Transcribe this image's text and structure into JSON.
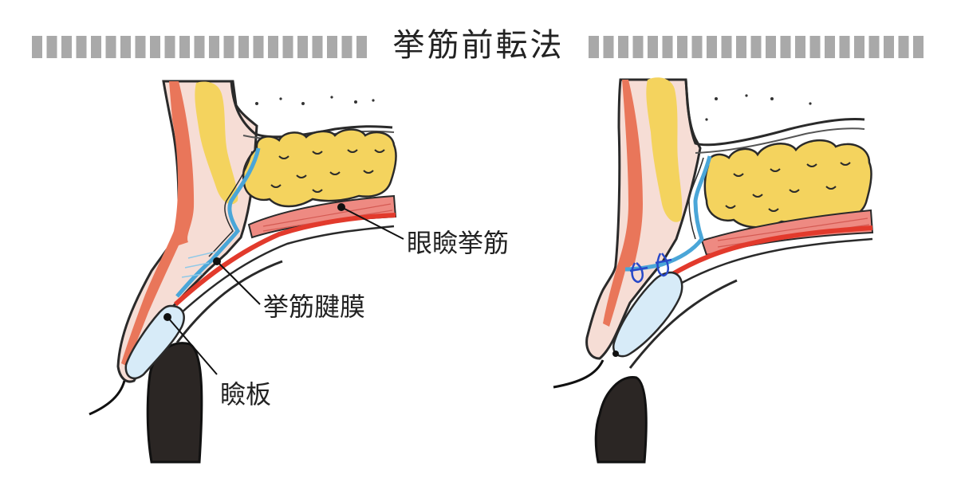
{
  "title": "挙筋前転法",
  "labels": {
    "levator_muscle": "眼瞼挙筋",
    "levator_aponeurosis": "挙筋腱膜",
    "tarsus": "瞼板"
  },
  "colors": {
    "skin": "#f6ddd5",
    "skin_outline": "#2a2a2a",
    "fat": "#f4d35e",
    "muscle_red": "#e23a2c",
    "muscle_pink": "#ee8a82",
    "orbicularis": "#e9765a",
    "fascia_blue": "#4aa6d8",
    "tarsus_fill": "#d7ebf8",
    "suture": "#2848c8",
    "eyeball": "#2b2624",
    "separator": "#a9a9a9"
  }
}
